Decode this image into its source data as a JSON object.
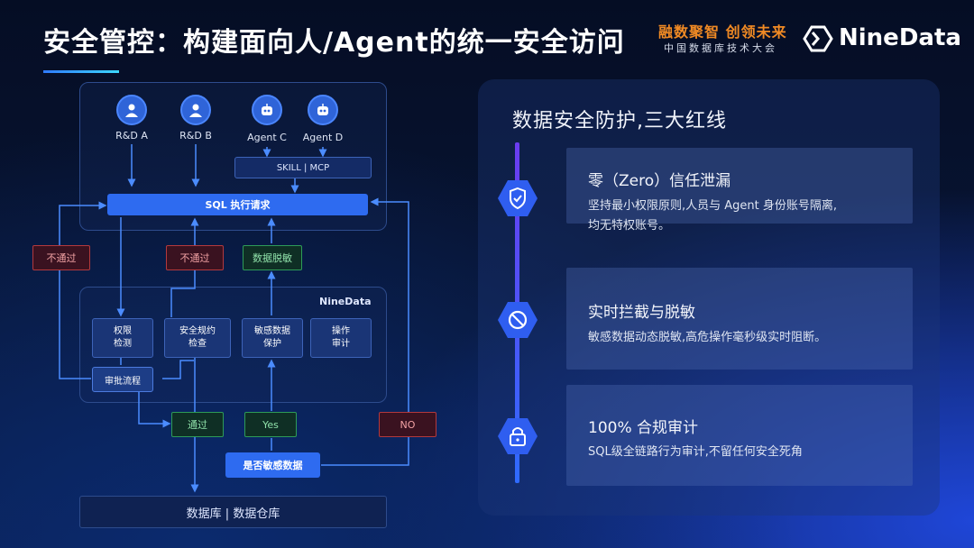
{
  "header": {
    "title": "安全管控：构建面向人/Agent的统一安全访问",
    "brand_slogan": "融数聚智 创领未来",
    "brand_sub": "中国数据库技术大会",
    "brand_name": "NineData"
  },
  "diagram": {
    "actors": [
      {
        "label": "R&D A",
        "type": "person"
      },
      {
        "label": "R&D B",
        "type": "person"
      },
      {
        "label": "Agent C",
        "type": "agent"
      },
      {
        "label": "Agent D",
        "type": "agent"
      }
    ],
    "skill_box": "SKILL  |  MCP",
    "sql_request": "SQL 执行请求",
    "tags": {
      "reject_left": "不通过",
      "reject_mid": "不通过",
      "masking": "数据脱敏",
      "pass": "通过",
      "yes": "Yes",
      "no": "NO"
    },
    "ninedata_label": "NineData",
    "steps": [
      {
        "line1": "权限",
        "line2": "检测"
      },
      {
        "line1": "安全规约",
        "line2": "检查"
      },
      {
        "line1": "敏感数据",
        "line2": "保护"
      },
      {
        "line1": "操作",
        "line2": "审计"
      }
    ],
    "approval": "审批流程",
    "judge": "是否敏感数据",
    "db": "数据库 | 数据仓库"
  },
  "panel": {
    "title": "数据安全防护,三大红线",
    "items": [
      {
        "title": "零（Zero）信任泄漏",
        "desc_line1": "坚持最小权限原则,人员与 Agent 身份账号隔离,",
        "desc_line2": "均无特权账号。",
        "icon": "shield-check-icon"
      },
      {
        "title": "实时拦截与脱敏",
        "desc_line1": "敏感数据动态脱敏,高危操作毫秒级实时阻断。",
        "desc_line2": "",
        "icon": "block-icon"
      },
      {
        "title": "100% 合规审计",
        "desc_line1": "SQL级全链路行为审计,不留任何安全死角",
        "desc_line2": "",
        "icon": "lock-icon"
      }
    ]
  },
  "colors": {
    "accent": "#2e6bf0",
    "reject": "#b3393d",
    "pass": "#2e9b58",
    "brand_orange": "#f08a24"
  }
}
